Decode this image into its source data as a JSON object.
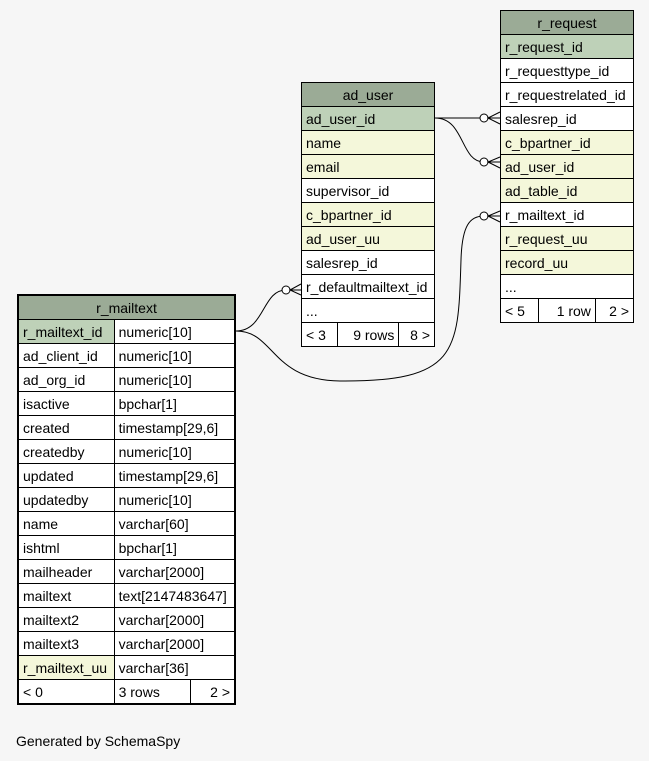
{
  "footer": "Generated by SchemaSpy",
  "tables": {
    "r_request": {
      "title": "r_request",
      "columns": [
        {
          "name": "r_request_id",
          "kind": "pk"
        },
        {
          "name": "r_requesttype_id",
          "kind": "plain"
        },
        {
          "name": "r_requestrelated_id",
          "kind": "plain"
        },
        {
          "name": "salesrep_id",
          "kind": "plain"
        },
        {
          "name": "c_bpartner_id",
          "kind": "fk"
        },
        {
          "name": "ad_user_id",
          "kind": "fk"
        },
        {
          "name": "ad_table_id",
          "kind": "fk"
        },
        {
          "name": "r_mailtext_id",
          "kind": "plain"
        },
        {
          "name": "r_request_uu",
          "kind": "fk"
        },
        {
          "name": "record_uu",
          "kind": "fk"
        },
        {
          "name": "...",
          "kind": "plain"
        }
      ],
      "footer": {
        "left": "< 5",
        "mid": "1 row",
        "right": "2 >"
      }
    },
    "ad_user": {
      "title": "ad_user",
      "columns": [
        {
          "name": "ad_user_id",
          "kind": "pk"
        },
        {
          "name": "name",
          "kind": "fk"
        },
        {
          "name": "email",
          "kind": "fk"
        },
        {
          "name": "supervisor_id",
          "kind": "plain"
        },
        {
          "name": "c_bpartner_id",
          "kind": "fk"
        },
        {
          "name": "ad_user_uu",
          "kind": "fk"
        },
        {
          "name": "salesrep_id",
          "kind": "plain"
        },
        {
          "name": "r_defaultmailtext_id",
          "kind": "plain"
        },
        {
          "name": "...",
          "kind": "plain"
        }
      ],
      "footer": {
        "left": "< 3",
        "mid": "9 rows",
        "right": "8 >"
      }
    },
    "r_mailtext": {
      "title": "r_mailtext",
      "columns": [
        {
          "name": "r_mailtext_id",
          "type": "numeric[10]",
          "kind": "pk"
        },
        {
          "name": "ad_client_id",
          "type": "numeric[10]",
          "kind": "plain"
        },
        {
          "name": "ad_org_id",
          "type": "numeric[10]",
          "kind": "plain"
        },
        {
          "name": "isactive",
          "type": "bpchar[1]",
          "kind": "plain"
        },
        {
          "name": "created",
          "type": "timestamp[29,6]",
          "kind": "plain"
        },
        {
          "name": "createdby",
          "type": "numeric[10]",
          "kind": "plain"
        },
        {
          "name": "updated",
          "type": "timestamp[29,6]",
          "kind": "plain"
        },
        {
          "name": "updatedby",
          "type": "numeric[10]",
          "kind": "plain"
        },
        {
          "name": "name",
          "type": "varchar[60]",
          "kind": "plain"
        },
        {
          "name": "ishtml",
          "type": "bpchar[1]",
          "kind": "plain"
        },
        {
          "name": "mailheader",
          "type": "varchar[2000]",
          "kind": "plain"
        },
        {
          "name": "mailtext",
          "type": "text[2147483647]",
          "kind": "plain"
        },
        {
          "name": "mailtext2",
          "type": "varchar[2000]",
          "kind": "plain"
        },
        {
          "name": "mailtext3",
          "type": "varchar[2000]",
          "kind": "plain"
        },
        {
          "name": "r_mailtext_uu",
          "type": "varchar[36]",
          "kind": "fk"
        }
      ],
      "footer": {
        "left": "< 0",
        "mid": "3 rows",
        "right": "2 >"
      }
    }
  },
  "relationships": [
    {
      "from": "r_request.salesrep_id",
      "to": "ad_user.ad_user_id"
    },
    {
      "from": "r_request.ad_user_id",
      "to": "ad_user.ad_user_id"
    },
    {
      "from": "r_request.r_mailtext_id",
      "to": "r_mailtext.r_mailtext_id"
    },
    {
      "from": "ad_user.r_defaultmailtext_id",
      "to": "r_mailtext.r_mailtext_id"
    }
  ]
}
